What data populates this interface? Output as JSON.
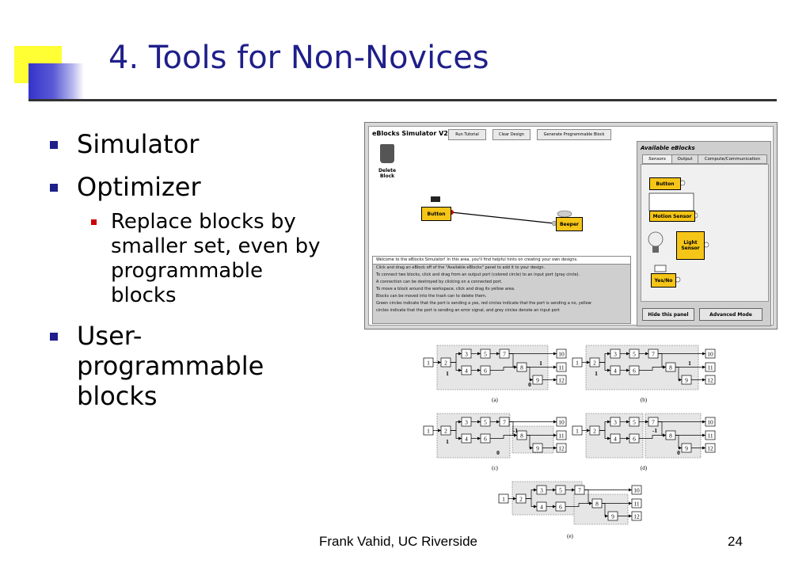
{
  "slide": {
    "title": "4. Tools for Non-Novices",
    "bullets": [
      {
        "text": "Simulator"
      },
      {
        "text": "Optimizer"
      },
      {
        "text": "Replace blocks by smaller set, even by programmable blocks"
      },
      {
        "text": "User-programmable blocks"
      }
    ],
    "footer_author": "Frank Vahid, UC Riverside",
    "page_number": "24"
  },
  "colors": {
    "title": "#1f1f8a",
    "bullet_l1": "#1f1f8a",
    "bullet_l2": "#cc0000",
    "block": "#f5c518"
  },
  "simulator": {
    "title": "eBlocks Simulator V2.0",
    "buttons": [
      "Run Tutorial",
      "Clear Design",
      "Generate Programmable Block"
    ],
    "delete_label": "Delete Block",
    "canvas_blocks": [
      "Button",
      "Beeper"
    ],
    "hints": [
      "Welcome to the eBlocks Simulator! In this area, you'll find helpful hints on creating your own designs.",
      "Click and drag an eBlock off of the \"Available eBlocks\" panel to add it to your design.",
      "To connect two blocks, click and drag from an output port (colored circle) to an input port (gray circle).",
      "A connection can be destroyed by clicking on a connected port.",
      "To move a block around the workspace, click and drag its yellow area.",
      "Blocks can be moved into the trash can to delete them.",
      "Green circles indicate that the port is sending a yes, red circles indicate that the port is sending a no, yellow",
      "circles indicate that the port is sending an error signal, and grey circles denote an input port"
    ],
    "panel_title": "Available eBlocks",
    "tabs": [
      "Sensors",
      "Output",
      "Compute/Communication"
    ],
    "panel_blocks": [
      "Button",
      "Motion Sensor",
      "Light Sensor",
      "Yes/No"
    ],
    "panel_buttons": [
      "Hide this panel",
      "Advanced Mode"
    ]
  },
  "diagrams": {
    "captions": [
      "(a)",
      "(b)",
      "(c)",
      "(d)",
      "(e)"
    ],
    "node_labels": [
      "1",
      "2",
      "3",
      "4",
      "5",
      "6",
      "7",
      "8",
      "9",
      "10",
      "11",
      "12"
    ],
    "annotations": {
      "a": [
        "1",
        "1",
        "0"
      ],
      "b": [
        "1",
        "1"
      ],
      "c": [
        "-1",
        "1",
        "0"
      ],
      "d": [
        "-1",
        "0"
      ]
    }
  }
}
